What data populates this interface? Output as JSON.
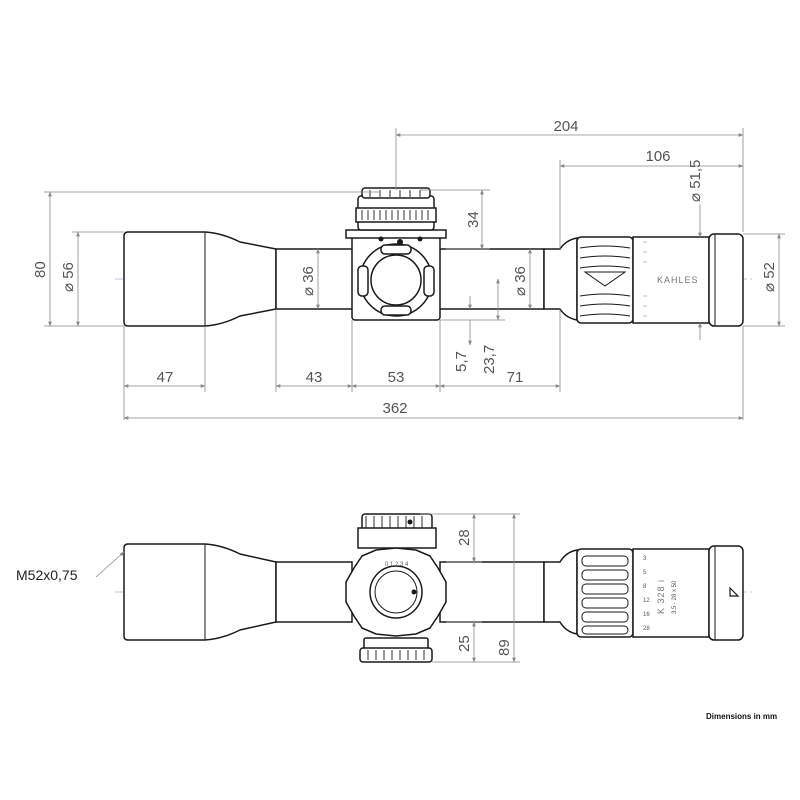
{
  "top_view": {
    "dimensions": {
      "overall_from_turret": "204",
      "eyepiece_section": "106",
      "eyepiece_diameter": "⌀ 51,5",
      "turret_height": "34",
      "objective_outer": "80",
      "objective_diameter": "⌀ 56",
      "tube_diameter_front": "⌀ 36",
      "tube_diameter_rear": "⌀ 36",
      "ocular_diameter": "⌀ 52",
      "offset_small": "5,7",
      "offset_large": "23,7",
      "objective_bell": "47",
      "front_tube": "43",
      "saddle": "53",
      "rear_tube": "71",
      "overall_length": "362"
    },
    "brand_label": "KAHLES"
  },
  "bottom_view": {
    "dimensions": {
      "turret_top": "28",
      "turret_bottom": "25",
      "total_height": "89"
    },
    "thread_callout": "M52x0,75",
    "model_label": "K 328 i",
    "magnification_label": "3.5 - 28 x 50"
  },
  "units_note": "Dimensions in mm"
}
